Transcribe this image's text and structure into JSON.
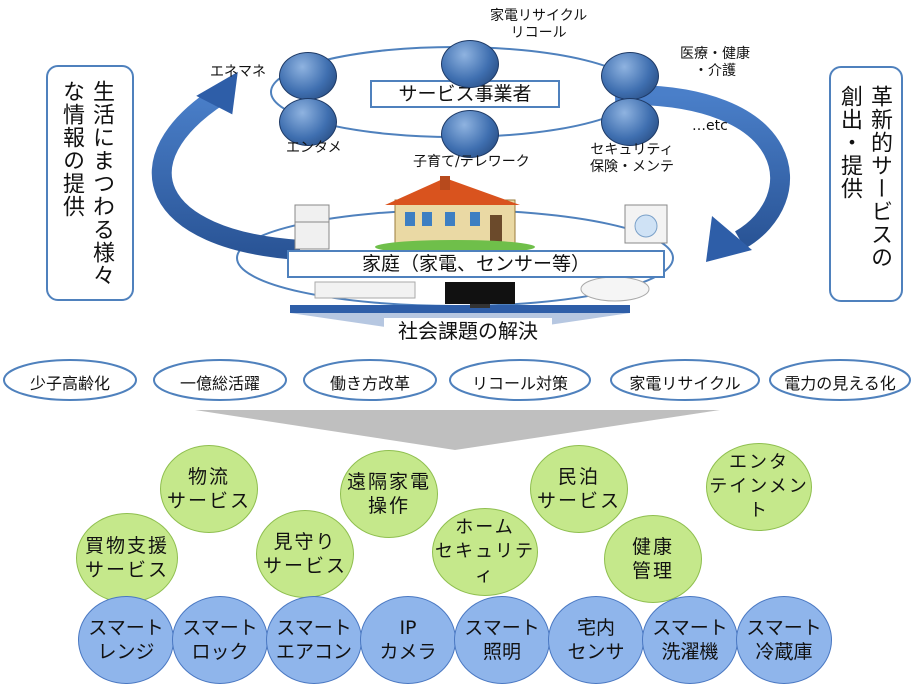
{
  "left_panel": {
    "text": "生活にまつわる様々な情報の提供"
  },
  "right_panel": {
    "text": "革新的サービスの創出・提供"
  },
  "services": {
    "center_label": "サービス事業者",
    "items": [
      {
        "label": "家電リサイクル\nリコール",
        "icon": "recycle-icon"
      },
      {
        "label": "エネマネ",
        "icon": "lightning-icon"
      },
      {
        "label": "エンタメ",
        "icon": "music-note-icon"
      },
      {
        "label": "医療・健康\n・介護",
        "icon": "pill-icon"
      },
      {
        "label": "子育て/テレワーク",
        "icon": "rattle-icon"
      },
      {
        "label": "セキュリティ\n保険・メンテ",
        "icon": "lock-icon"
      },
      {
        "label": "…etc",
        "icon": ""
      }
    ]
  },
  "home": {
    "label": "家庭（家電、センサー等）"
  },
  "social": {
    "title": "社会課題の解決",
    "issues": [
      "少子高齢化",
      "一億総活躍",
      "働き方改革",
      "リコール対策",
      "家電リサイクル",
      "電力の見える化"
    ]
  },
  "service_ideas": [
    "物流\nサービス",
    "遠隔家電\n操作",
    "民泊\nサービス",
    "エンタ\nテインメント",
    "買物支援\nサービス",
    "見守り\nサービス",
    "ホーム\nセキュリティ",
    "健康\n管理"
  ],
  "devices": [
    "スマート\nレンジ",
    "スマート\nロック",
    "スマート\nエアコン",
    "IP\nカメラ",
    "スマート\n照明",
    "宅内\nセンサ",
    "スマート\n洗濯機",
    "スマート\n冷蔵庫"
  ],
  "colors": {
    "accent_blue": "#2e5ea8",
    "frame_blue": "#4f81bd",
    "green": "#c5e88b",
    "device_blue": "#8fb5eb"
  }
}
